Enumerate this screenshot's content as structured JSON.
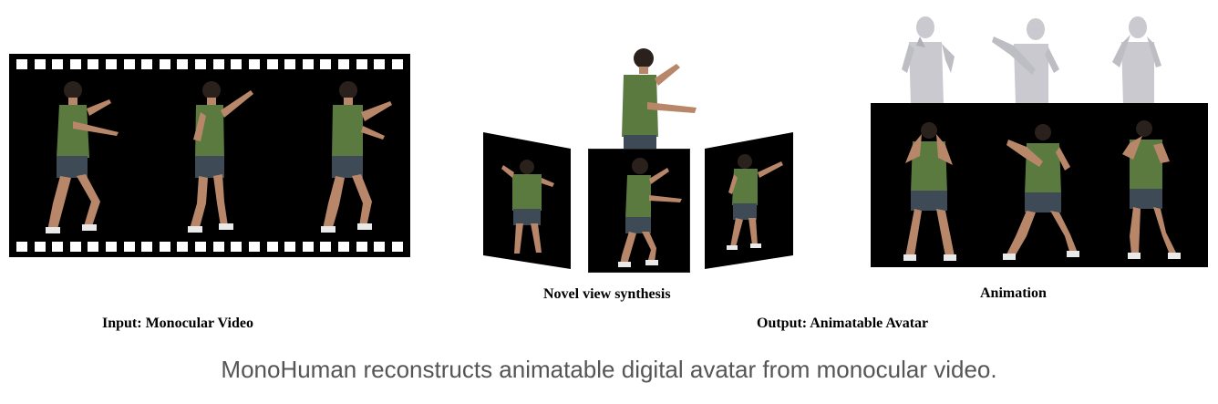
{
  "labels": {
    "input": "Input: Monocular Video",
    "novel_view": "Novel view synthesis",
    "animation": "Animation",
    "output": "Output: Animatable Avatar"
  },
  "caption": "MonoHuman reconstructs animatable digital avatar from monocular video.",
  "colors": {
    "shirt": "#5b7a3f",
    "shorts": "#3e4a55",
    "skin": "#b8876a",
    "mesh": "#c9c9cf",
    "caption_text": "#555555"
  }
}
